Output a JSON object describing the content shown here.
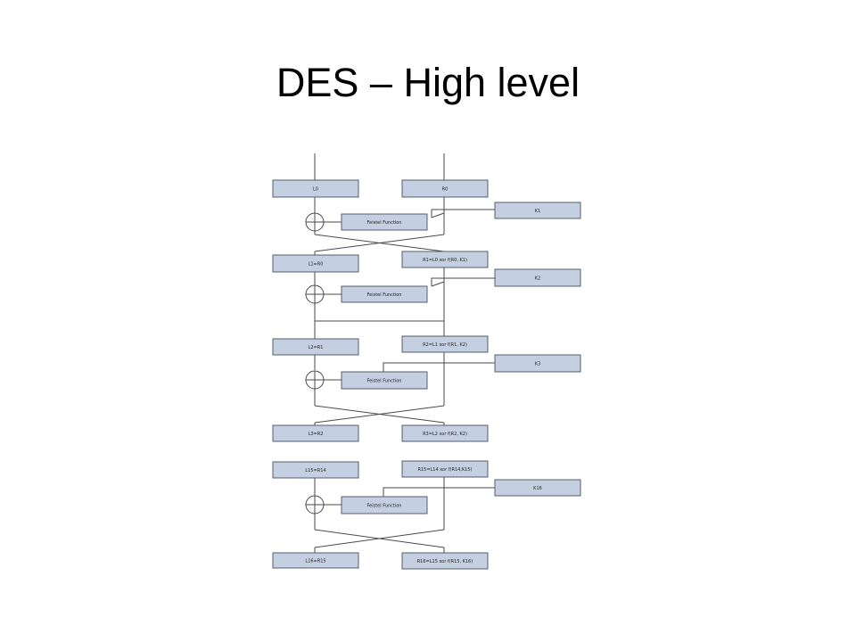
{
  "slide": {
    "title": "DES – High level"
  },
  "diagram": {
    "inputs": {
      "left": "L0",
      "right": "R0"
    },
    "rounds": [
      {
        "key": "K1",
        "function": "Feistel Function",
        "left_out": "L1=R0",
        "right_out": "R1=L0 xor f(R0, K1)"
      },
      {
        "key": "K2",
        "function": "Feistel Function",
        "left_out": "L2=R1",
        "right_out": "R2=L1 xor f(R1, K2)"
      },
      {
        "key": "K3",
        "function": "Feistel Function",
        "left_out": "L3=R2",
        "right_out": "R3=L2 xor f(R2, K2)"
      }
    ],
    "final_round": {
      "left_in": "L15=R14",
      "right_in": "R15=L14 xor f(R14,K15)",
      "key": "K16",
      "function": "Feistel Function",
      "left_out": "L16=R15",
      "right_out": "R16=L15 xor f(R15, K16)"
    }
  }
}
